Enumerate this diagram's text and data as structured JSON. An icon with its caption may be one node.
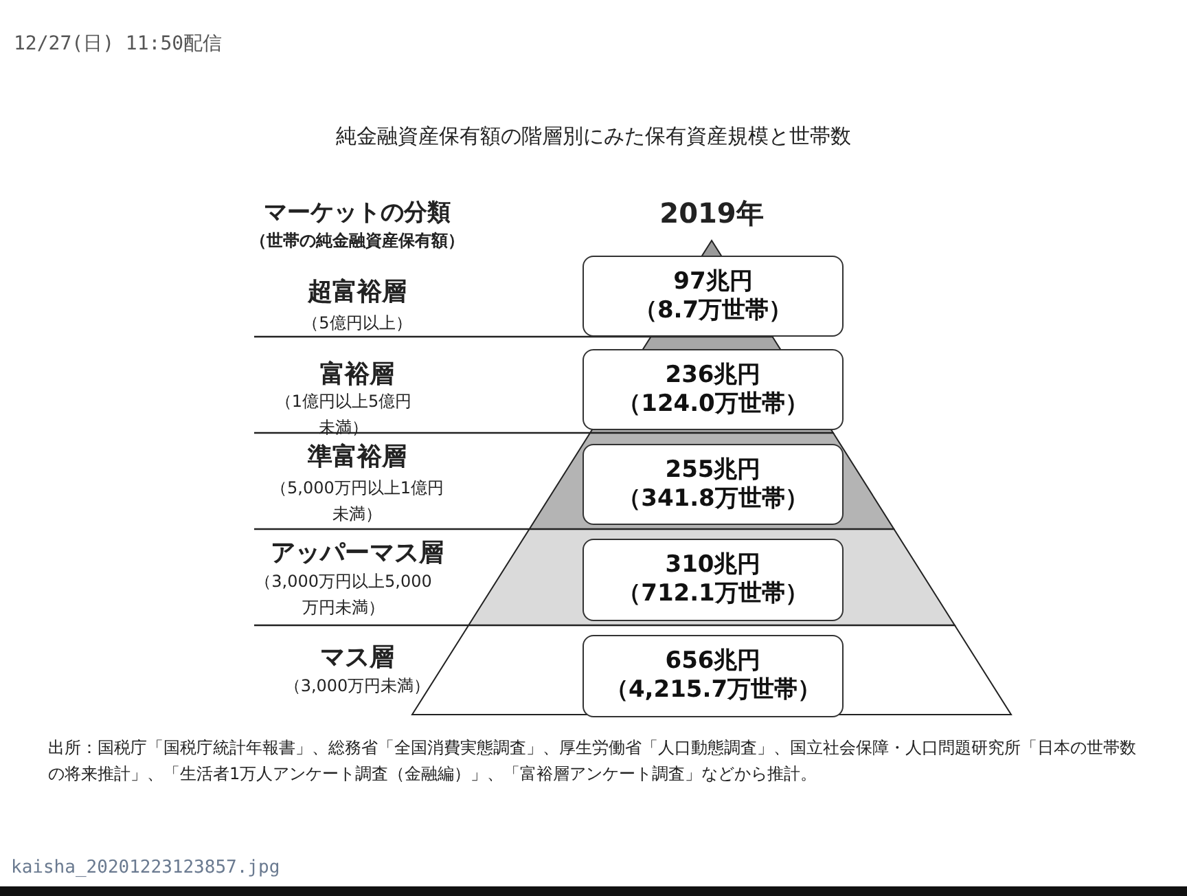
{
  "diagram": {
    "title": "純金融資産保有額の階層別にみた保有資産規模と世帯数",
    "nodes": [
      {
        "text": [
          "97兆円",
          "（8.7万世帯）"
        ]
      },
      {
        "text": [
          "236兆円",
          "（124.0万世帯）"
        ]
      },
      {
        "text": [
          "255兆円",
          "（341.8万世帯）"
        ]
      },
      {
        "text": [
          "310兆円",
          "（712.1万世帯）"
        ]
      },
      {
        "text": [
          "656兆円",
          "（4,215.7万世帯）"
        ]
      }
    ],
    "edges": [],
    "labels": [
      "12/27(日) 11:50配信",
      "マーケットの分類",
      "（世帯の純金融資産保有額）",
      "2019年",
      "超富裕層",
      "（5億円以上）",
      "富裕層",
      "（1億円以上5億円未満）",
      "準富裕層",
      "（5,000万円以上1億円未満）",
      "アッパーマス層",
      "（3,000万円以上5,000万円未満）",
      "マス層",
      "（3,000万円未満）",
      "出所：国税庁「国税庁統計年報書」、総務省「全国消費実態調査」、厚生労働省「人口動態調査」、国立社会保障・人口問題研究所「日本の世帯数の将来推計」、「生活者1万人アンケート調査（金融編）」、「富裕層アンケート調査」などから推計。",
      "kaisha_20201223123857.jpg"
    ]
  }
}
